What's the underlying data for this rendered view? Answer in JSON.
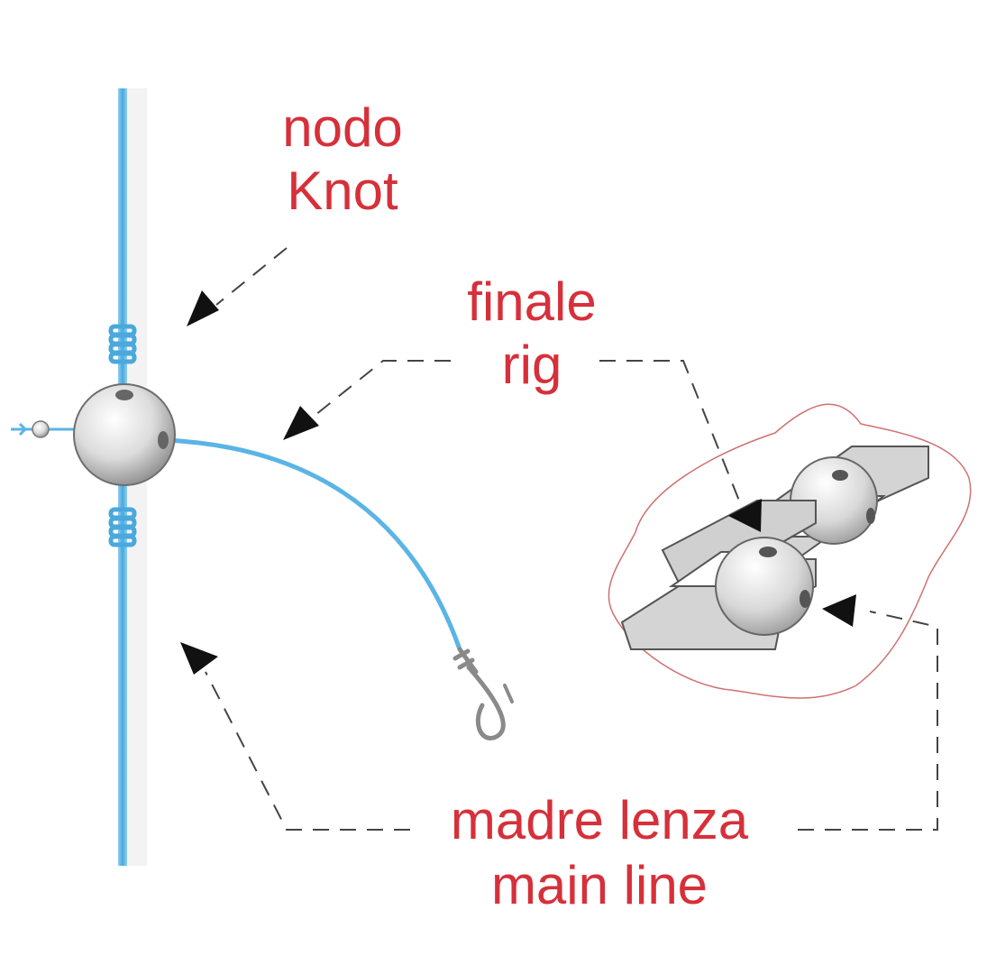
{
  "labels": {
    "knot_it": "nodo",
    "knot_en": "Knot",
    "rig_it": "finale",
    "rig_en": "rig",
    "mainline_it": "madre lenza",
    "mainline_en": "main line"
  },
  "colors": {
    "label": "#d6303a",
    "line": "#5ab4e6",
    "arrow": "#111111",
    "dash": "#444444",
    "outline": "#d07070",
    "plate": "#d4d4d4"
  }
}
